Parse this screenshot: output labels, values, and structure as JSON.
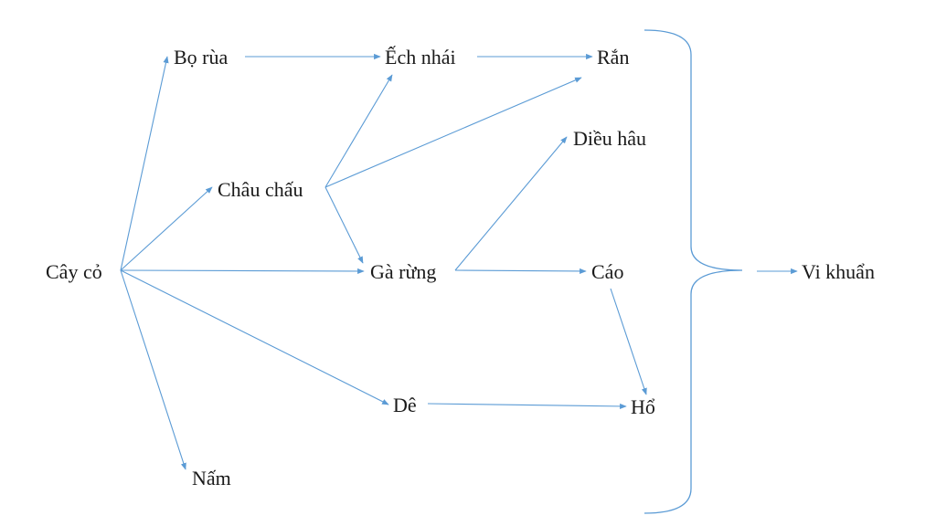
{
  "colors": {
    "edge": "#5b9bd5",
    "text": "#1a1a1a",
    "background": "#ffffff"
  },
  "nodes": {
    "cay_co": "Cây cỏ",
    "bo_rua": "Bọ rùa",
    "ech_nhai": "Ếch nhái",
    "ran": "Rắn",
    "chau_chau": "Châu chấu",
    "dieu_hau": "Diều hâu",
    "ga_rung": "Gà rừng",
    "cao": "Cáo",
    "de": "Dê",
    "ho": "Hổ",
    "nam": "Nấm",
    "vi_khuan": "Vi khuẩn"
  },
  "edges": [
    [
      "cay_co",
      "bo_rua"
    ],
    [
      "cay_co",
      "chau_chau"
    ],
    [
      "cay_co",
      "ga_rung"
    ],
    [
      "cay_co",
      "de"
    ],
    [
      "cay_co",
      "nam"
    ],
    [
      "bo_rua",
      "ech_nhai"
    ],
    [
      "ech_nhai",
      "ran"
    ],
    [
      "chau_chau",
      "ech_nhai"
    ],
    [
      "chau_chau",
      "ran"
    ],
    [
      "chau_chau",
      "ga_rung"
    ],
    [
      "ga_rung",
      "dieu_hau"
    ],
    [
      "ga_rung",
      "cao"
    ],
    [
      "cao",
      "ho"
    ],
    [
      "de",
      "ho"
    ],
    [
      "brace",
      "vi_khuan"
    ]
  ]
}
